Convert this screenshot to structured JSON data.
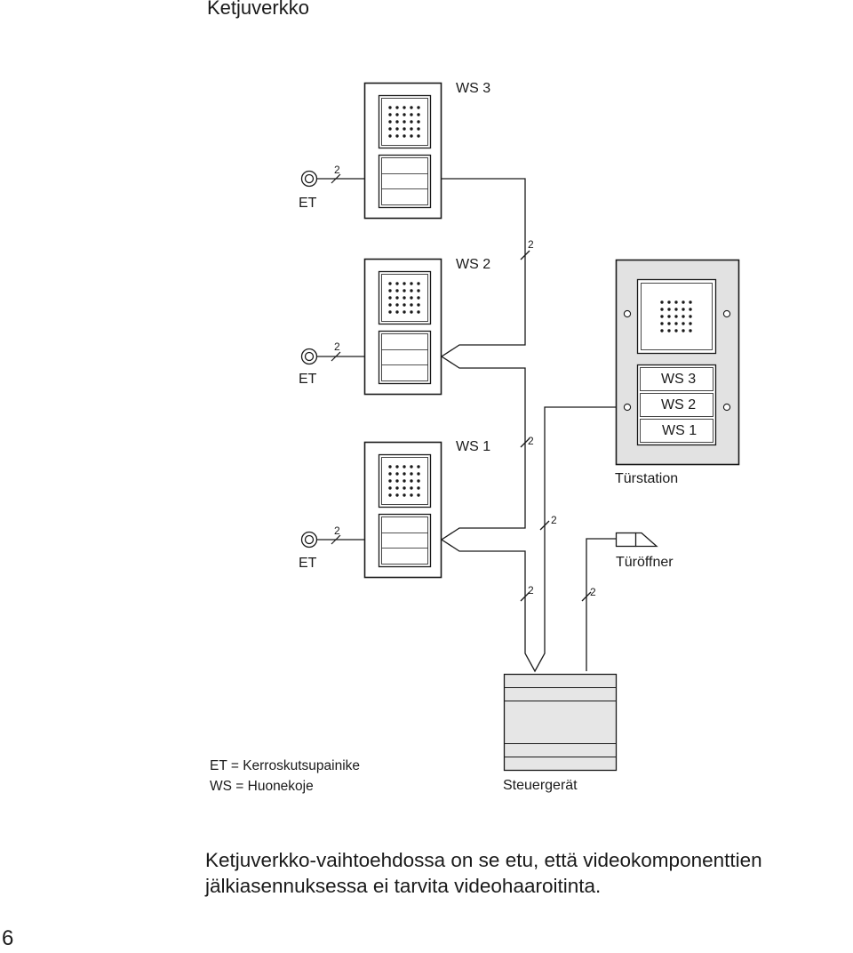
{
  "page": {
    "title": "Ketjuverkko",
    "page_number": "6"
  },
  "diagram": {
    "room_stations": [
      {
        "label": "WS 3",
        "button_label": "ET",
        "wire_count": "2"
      },
      {
        "label": "WS 2",
        "button_label": "ET",
        "wire_count": "2"
      },
      {
        "label": "WS 1",
        "button_label": "ET",
        "wire_count": "2"
      }
    ],
    "door_station": {
      "label": "Türstation",
      "buttons": [
        "WS 3",
        "WS 2",
        "WS 1"
      ]
    },
    "door_opener": {
      "label": "Türöffner"
    },
    "controller": {
      "label": "Steuergerät"
    },
    "wire_counts": {
      "ws3_to_ws2": "2",
      "ws2_to_ws1": "2",
      "door_station_line": "2",
      "chain_to_controller": "2",
      "opener_line": "2"
    },
    "legend": [
      "ET = Kerroskutsupainike",
      "WS = Huonekoje"
    ]
  },
  "body_text": [
    "Ketjuverkko-vaihtoehdossa on se etu, että videokomponenttien",
    "jälkiasennuksessa ei tarvita videohaaroitinta."
  ],
  "colors": {
    "line": "#1a1a1a",
    "door_station_fill": "#e2e2e2",
    "controller_fill": "#e6e6e6"
  }
}
